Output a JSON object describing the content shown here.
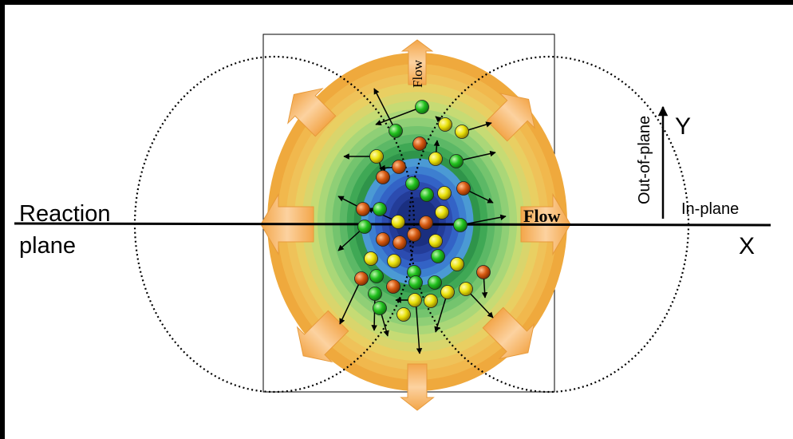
{
  "labels": {
    "reaction": "Reaction",
    "plane": "plane",
    "x_axis": "X",
    "y_axis": "Y",
    "in_plane": "In-plane",
    "out_of_plane": "Out-of-plane",
    "flow_right": "Flow",
    "flow_top": "Flow"
  },
  "colors": {
    "background": "#ffffff",
    "frame": "#000000",
    "particle_green": "#22c11e",
    "particle_yellow": "#e9e20a",
    "particle_red": "#d65a12",
    "flow_arrow": "#f9c17d",
    "contour_outer": "#efa93d",
    "contour_inner": "#1a2f80"
  },
  "icons": {
    "flow_arrow": "block-arrow-icon",
    "particle": "sphere-icon",
    "momentum": "arrow-icon"
  },
  "particle_kinds": [
    "green",
    "yellow",
    "red"
  ]
}
